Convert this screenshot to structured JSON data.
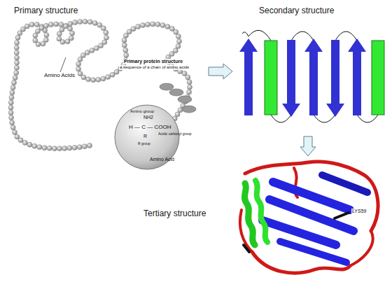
{
  "diagram": {
    "nodes": [
      {
        "text": [
          "Primary structure"
        ]
      },
      {
        "text": [
          "Secondary structure"
        ]
      },
      {
        "text": [
          "Tertiary structure"
        ]
      }
    ],
    "edges": [
      {
        "from": 0,
        "to": 1,
        "arrow": "to"
      },
      {
        "from": 1,
        "to": 2,
        "arrow": "to"
      }
    ],
    "labels": [
      "Amino Acids",
      "Primary protein structure",
      "a sequence of a chain of amino acids",
      "Amino group",
      "NH2",
      "H — C — COOH",
      "R",
      "Acidic carboxyl group",
      "R group",
      "Amino Acid",
      "LYS59"
    ]
  }
}
